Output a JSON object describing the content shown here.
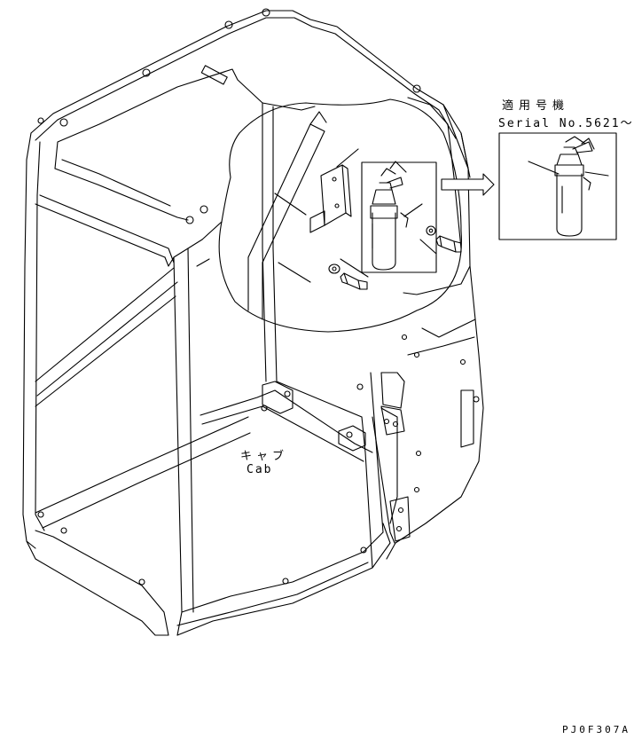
{
  "callout": {
    "applicable_serial_jp": "適用号機",
    "serial_no": "Serial No.5621〜"
  },
  "cab_label": {
    "jp": "キャブ",
    "en": "Cab"
  },
  "drawing_code": "PJ0F307A",
  "colors": {
    "line": "#000000",
    "background": "#ffffff"
  }
}
